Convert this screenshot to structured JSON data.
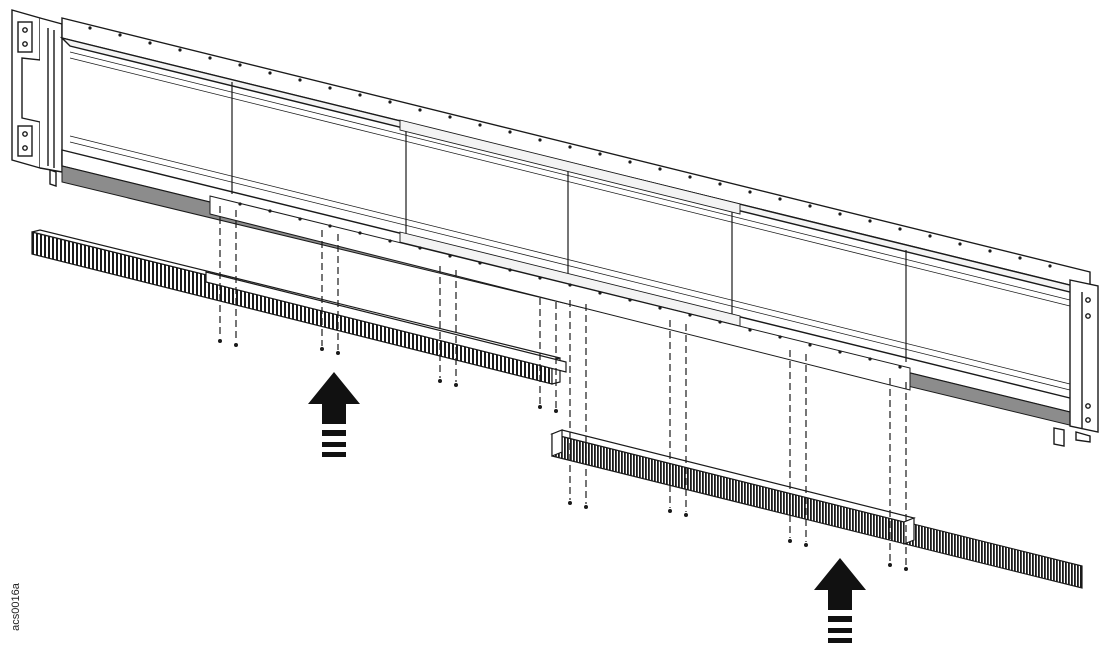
{
  "figure": {
    "code": "acs0016a",
    "line_color": "#1a1a1a",
    "fill_color": "#ffffff",
    "shade_color": "#8c8c8c",
    "arrow_color": "#111111",
    "icons": [
      "up-arrow-icon",
      "up-arrow-icon"
    ],
    "parts": [
      "frame",
      "left-brush-strip",
      "right-brush-strip",
      "screws"
    ]
  }
}
